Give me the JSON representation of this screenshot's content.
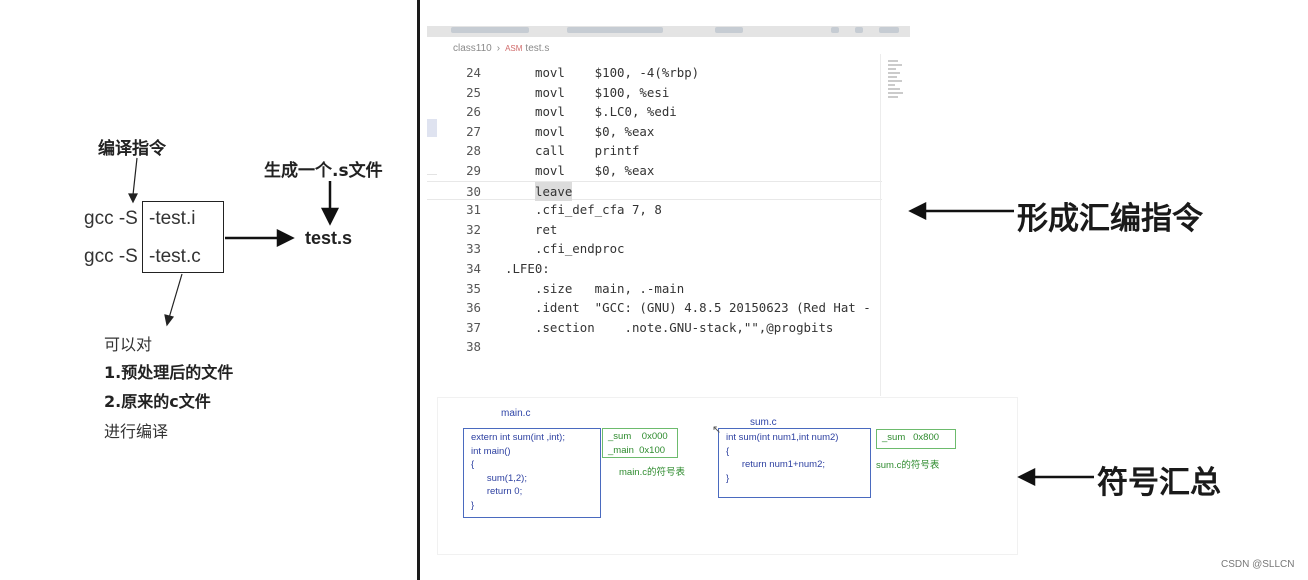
{
  "diagram": {
    "compile_heading": "编译指令",
    "generate_label": "生成一个.s文件",
    "gcc_lines": [
      "gcc  -S",
      "gcc  -S"
    ],
    "options": [
      "-test.i",
      "-test.c"
    ],
    "output_file": "test.s",
    "notes": [
      "可以对",
      "1.预处理后的文件",
      "2.原来的c文件",
      "进行编译"
    ]
  },
  "editor": {
    "breadcrumb": [
      "class110",
      "test.s"
    ],
    "lines": [
      {
        "n": "24",
        "text": "movl    $100, -4(%rbp)",
        "indent": 1
      },
      {
        "n": "25",
        "text": "movl    $100, %esi",
        "indent": 1
      },
      {
        "n": "26",
        "text": "movl    $.LC0, %edi",
        "indent": 1
      },
      {
        "n": "27",
        "text": "movl    $0, %eax",
        "indent": 1
      },
      {
        "n": "28",
        "text": "call    printf",
        "indent": 1
      },
      {
        "n": "29",
        "text": "movl    $0, %eax",
        "indent": 1
      },
      {
        "n": "30",
        "text": "leave",
        "indent": 1,
        "highlight": true
      },
      {
        "n": "31",
        "text": ".cfi_def_cfa 7, 8",
        "indent": 1
      },
      {
        "n": "32",
        "text": "ret",
        "indent": 1
      },
      {
        "n": "33",
        "text": ".cfi_endproc",
        "indent": 1
      },
      {
        "n": "34",
        "text": ".LFE0:",
        "indent": 0
      },
      {
        "n": "35",
        "text": ".size   main, .-main",
        "indent": 1
      },
      {
        "n": "36",
        "text": ".ident  \"GCC: (GNU) 4.8.5 20150623 (Red Hat -",
        "indent": 1
      },
      {
        "n": "37",
        "text": ".section    .note.GNU-stack,\"\",@progbits",
        "indent": 1
      },
      {
        "n": "38",
        "text": "",
        "indent": 0
      }
    ]
  },
  "symbols": {
    "main_title": "main.c",
    "main_code": [
      "extern int sum(int ,int);",
      "int main()",
      "{",
      "      sum(1,2);",
      "      return 0;",
      "}"
    ],
    "main_table": [
      "_sum    0x000",
      "_main  0x100"
    ],
    "main_caption": "main.c的符号表",
    "sum_title": "sum.c",
    "sum_code": [
      "int sum(int num1,int num2)",
      "{",
      "      return num1+num2;",
      "}"
    ],
    "sum_table": [
      "_sum   0x800"
    ],
    "sum_caption": "sum.c的符号表"
  },
  "labels": {
    "assembly": "形成汇编指令",
    "symbol_summary": "符号汇总",
    "watermark": "CSDN @SLLCN"
  },
  "colors": {
    "divider": "#1a1a1a",
    "code_blue": "#2c3fa0",
    "symbol_green": "#2e8b2e",
    "line_highlight": "#dcdcdc"
  }
}
